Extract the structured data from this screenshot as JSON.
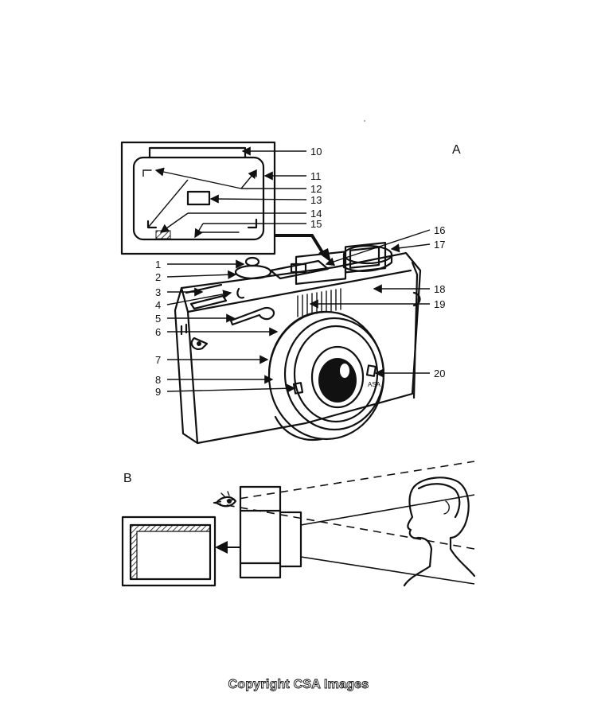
{
  "panels": {
    "a": "A",
    "b": "B"
  },
  "callouts": {
    "c1": "1",
    "c2": "2",
    "c3": "3",
    "c4": "4",
    "c5": "5",
    "c6": "6",
    "c7": "7",
    "c8": "8",
    "c9": "9",
    "c10": "10",
    "c11": "11",
    "c12": "12",
    "c13": "13",
    "c14": "14",
    "c15": "15",
    "c16": "16",
    "c17": "17",
    "c18": "18",
    "c19": "19",
    "c20": "20"
  },
  "lens_ring_text": "ASA",
  "credit": "Copyright CSA Images"
}
